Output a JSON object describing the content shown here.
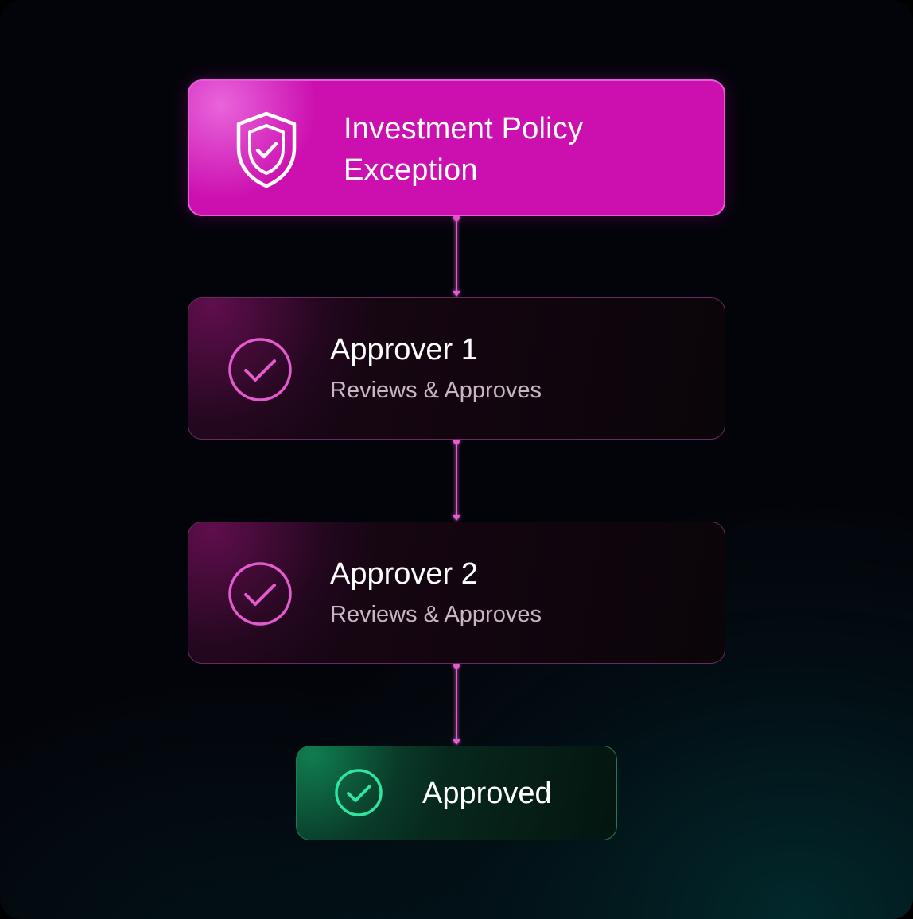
{
  "nodes": {
    "policy": {
      "title": "Investment Policy Exception",
      "icon": "shield-check-icon"
    },
    "approver1": {
      "title": "Approver 1",
      "subtitle": "Reviews & Approves",
      "icon": "check-circle-icon"
    },
    "approver2": {
      "title": "Approver 2",
      "subtitle": "Reviews & Approves",
      "icon": "check-circle-icon"
    },
    "approved": {
      "title": "Approved",
      "icon": "check-circle-icon"
    }
  },
  "colors": {
    "policy_fill": "#cc10b0",
    "accent_pink": "#e45bd0",
    "accent_green": "#2fe6a0",
    "background": "#03040a"
  }
}
